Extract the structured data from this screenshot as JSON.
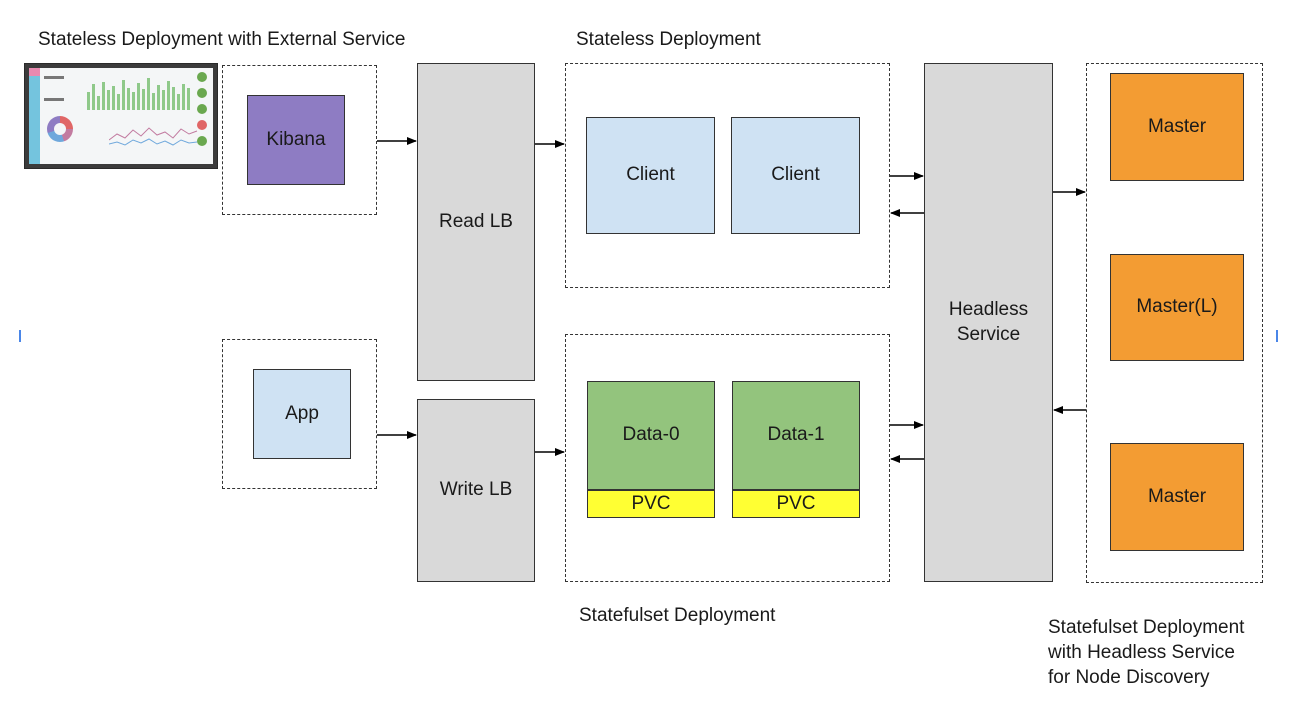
{
  "groups": {
    "external_service_title": "Stateless Deployment with External Service",
    "stateless_title": "Stateless Deployment",
    "statefulset_title": "Statefulset Deployment",
    "masters_title_lines": [
      "Statefulset Deployment",
      "with Headless Service",
      "for Node Discovery"
    ]
  },
  "nodes": {
    "kibana": "Kibana",
    "app": "App",
    "read_lb": "Read LB",
    "write_lb": "Write LB",
    "client_1": "Client",
    "client_2": "Client",
    "data_0": "Data-0",
    "data_1": "Data-1",
    "pvc_0": "PVC",
    "pvc_1": "PVC",
    "headless_service_lines": [
      "Headless",
      "Service"
    ],
    "master_1": "Master",
    "master_leader": "Master(L)",
    "master_2": "Master"
  },
  "colors": {
    "lb_gray": "#d9d9d9",
    "client_blue": "#cfe2f3",
    "kibana_purple": "#8e7cc3",
    "data_green": "#93c47d",
    "pvc_yellow": "#ffff33",
    "master_orange": "#f39c33"
  },
  "icons": {
    "dashboard": "dashboard-screenshot-icon"
  }
}
